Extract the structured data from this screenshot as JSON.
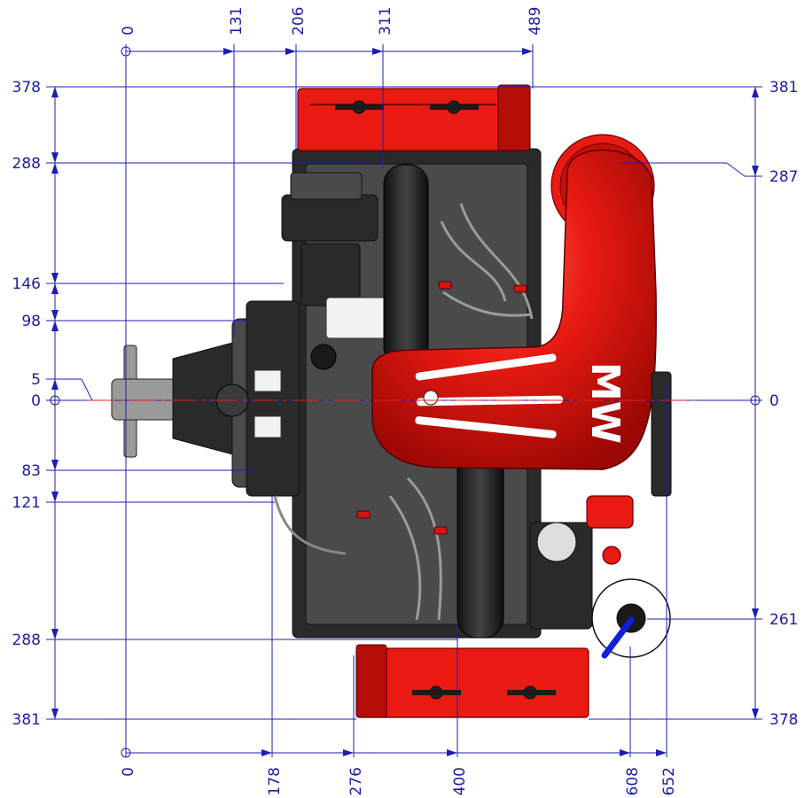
{
  "dimensions": {
    "top": [
      "0",
      "131",
      "206",
      "311",
      "489"
    ],
    "bottom": [
      "0",
      "178",
      "276",
      "400",
      "608",
      "652"
    ],
    "left": [
      "378",
      "288",
      "146",
      "98",
      "5",
      "0",
      "83",
      "121",
      "288",
      "381"
    ],
    "right": [
      "381",
      "287",
      "0",
      "261",
      "378"
    ]
  },
  "logo_text": "MW",
  "colors": {
    "dimension": "#1d1db5",
    "engine_red": "#e81a12",
    "engine_dark": "#2a2a2a"
  }
}
